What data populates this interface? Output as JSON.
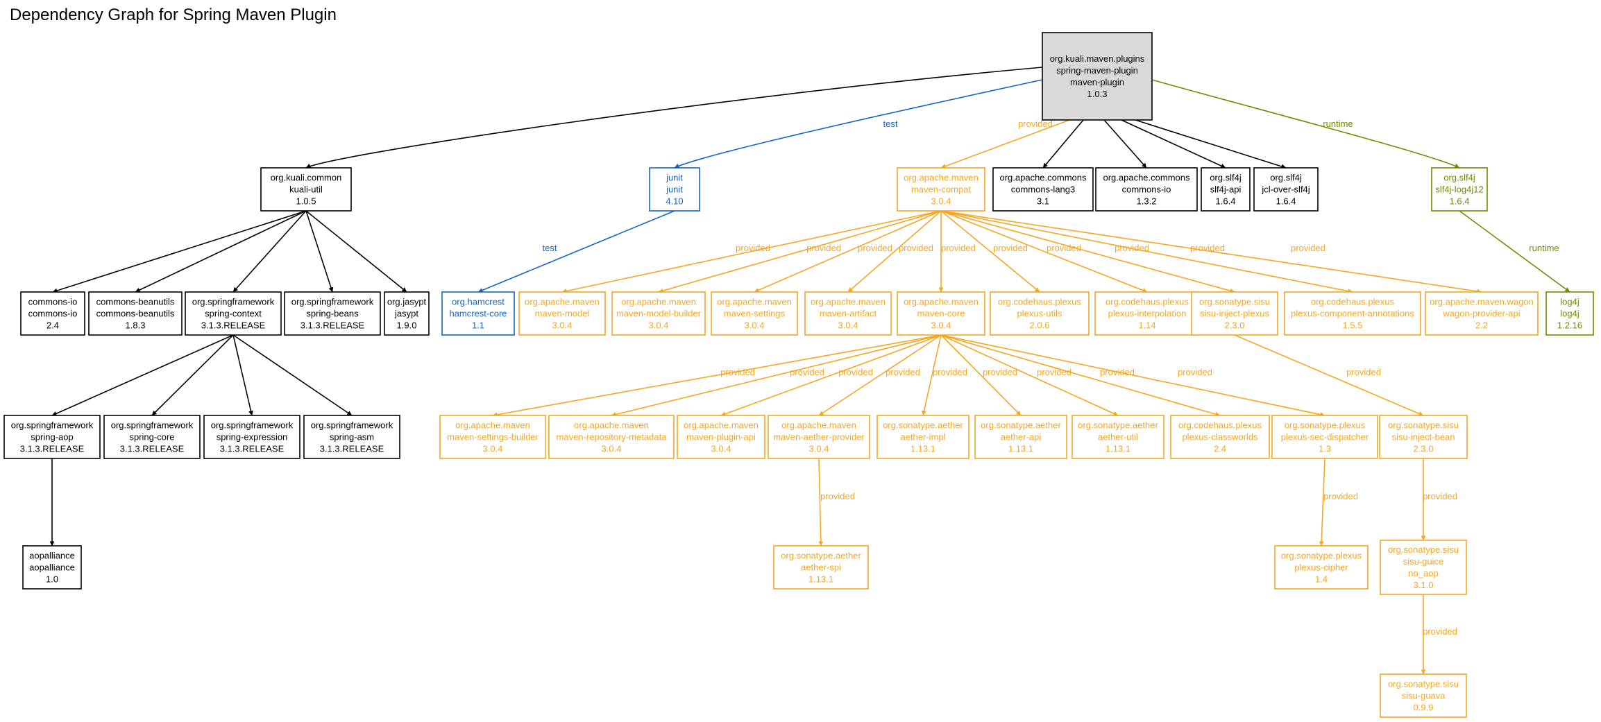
{
  "title": "Dependency Graph for Spring Maven Plugin",
  "colors": {
    "compile": "#000000",
    "test": "#1565c0",
    "provided": "#f5a623",
    "runtime": "#6b8e00",
    "root_fill": "#d9d9d9"
  },
  "nodes": [
    {
      "id": "root",
      "lines": [
        "org.kuali.maven.plugins",
        "spring-maven-plugin",
        "maven-plugin",
        "1.0.3"
      ],
      "scope": "compile",
      "root": true
    },
    {
      "id": "kuali-util",
      "lines": [
        "org.kuali.common",
        "kuali-util",
        "1.0.5"
      ],
      "scope": "compile"
    },
    {
      "id": "junit",
      "lines": [
        "junit",
        "junit",
        "4.10"
      ],
      "scope": "test"
    },
    {
      "id": "maven-compat",
      "lines": [
        "org.apache.maven",
        "maven-compat",
        "3.0.4"
      ],
      "scope": "provided"
    },
    {
      "id": "commons-lang3",
      "lines": [
        "org.apache.commons",
        "commons-lang3",
        "3.1"
      ],
      "scope": "compile"
    },
    {
      "id": "commons-io-apache",
      "lines": [
        "org.apache.commons",
        "commons-io",
        "1.3.2"
      ],
      "scope": "compile"
    },
    {
      "id": "slf4j-api",
      "lines": [
        "org.slf4j",
        "slf4j-api",
        "1.6.4"
      ],
      "scope": "compile"
    },
    {
      "id": "jcl-over-slf4j",
      "lines": [
        "org.slf4j",
        "jcl-over-slf4j",
        "1.6.4"
      ],
      "scope": "compile"
    },
    {
      "id": "slf4j-log4j12",
      "lines": [
        "org.slf4j",
        "slf4j-log4j12",
        "1.6.4"
      ],
      "scope": "runtime"
    },
    {
      "id": "commons-io",
      "lines": [
        "commons-io",
        "commons-io",
        "2.4"
      ],
      "scope": "compile"
    },
    {
      "id": "commons-beanutils",
      "lines": [
        "commons-beanutils",
        "commons-beanutils",
        "1.8.3"
      ],
      "scope": "compile"
    },
    {
      "id": "spring-context",
      "lines": [
        "org.springframework",
        "spring-context",
        "3.1.3.RELEASE"
      ],
      "scope": "compile"
    },
    {
      "id": "spring-beans",
      "lines": [
        "org.springframework",
        "spring-beans",
        "3.1.3.RELEASE"
      ],
      "scope": "compile"
    },
    {
      "id": "jasypt",
      "lines": [
        "org.jasypt",
        "jasypt",
        "1.9.0"
      ],
      "scope": "compile"
    },
    {
      "id": "hamcrest-core",
      "lines": [
        "org.hamcrest",
        "hamcrest-core",
        "1.1"
      ],
      "scope": "test"
    },
    {
      "id": "maven-model",
      "lines": [
        "org.apache.maven",
        "maven-model",
        "3.0.4"
      ],
      "scope": "provided"
    },
    {
      "id": "maven-model-builder",
      "lines": [
        "org.apache.maven",
        "maven-model-builder",
        "3.0.4"
      ],
      "scope": "provided"
    },
    {
      "id": "maven-settings",
      "lines": [
        "org.apache.maven",
        "maven-settings",
        "3.0.4"
      ],
      "scope": "provided"
    },
    {
      "id": "maven-artifact",
      "lines": [
        "org.apache.maven",
        "maven-artifact",
        "3.0.4"
      ],
      "scope": "provided"
    },
    {
      "id": "maven-core",
      "lines": [
        "org.apache.maven",
        "maven-core",
        "3.0.4"
      ],
      "scope": "provided"
    },
    {
      "id": "plexus-utils",
      "lines": [
        "org.codehaus.plexus",
        "plexus-utils",
        "2.0.6"
      ],
      "scope": "provided"
    },
    {
      "id": "plexus-interpolation",
      "lines": [
        "org.codehaus.plexus",
        "plexus-interpolation",
        "1.14"
      ],
      "scope": "provided"
    },
    {
      "id": "sisu-inject-plexus",
      "lines": [
        "org.sonatype.sisu",
        "sisu-inject-plexus",
        "2.3.0"
      ],
      "scope": "provided"
    },
    {
      "id": "plexus-component-annotations",
      "lines": [
        "org.codehaus.plexus",
        "plexus-component-annotations",
        "1.5.5"
      ],
      "scope": "provided"
    },
    {
      "id": "wagon-provider-api",
      "lines": [
        "org.apache.maven.wagon",
        "wagon-provider-api",
        "2.2"
      ],
      "scope": "provided"
    },
    {
      "id": "log4j",
      "lines": [
        "log4j",
        "log4j",
        "1.2.16"
      ],
      "scope": "runtime"
    },
    {
      "id": "spring-aop",
      "lines": [
        "org.springframework",
        "spring-aop",
        "3.1.3.RELEASE"
      ],
      "scope": "compile"
    },
    {
      "id": "spring-core",
      "lines": [
        "org.springframework",
        "spring-core",
        "3.1.3.RELEASE"
      ],
      "scope": "compile"
    },
    {
      "id": "spring-expression",
      "lines": [
        "org.springframework",
        "spring-expression",
        "3.1.3.RELEASE"
      ],
      "scope": "compile"
    },
    {
      "id": "spring-asm",
      "lines": [
        "org.springframework",
        "spring-asm",
        "3.1.3.RELEASE"
      ],
      "scope": "compile"
    },
    {
      "id": "maven-settings-builder",
      "lines": [
        "org.apache.maven",
        "maven-settings-builder",
        "3.0.4"
      ],
      "scope": "provided"
    },
    {
      "id": "maven-repository-metadata",
      "lines": [
        "org.apache.maven",
        "maven-repository-metadata",
        "3.0.4"
      ],
      "scope": "provided"
    },
    {
      "id": "maven-plugin-api",
      "lines": [
        "org.apache.maven",
        "maven-plugin-api",
        "3.0.4"
      ],
      "scope": "provided"
    },
    {
      "id": "maven-aether-provider",
      "lines": [
        "org.apache.maven",
        "maven-aether-provider",
        "3.0.4"
      ],
      "scope": "provided"
    },
    {
      "id": "aether-impl",
      "lines": [
        "org.sonatype.aether",
        "aether-impl",
        "1.13.1"
      ],
      "scope": "provided"
    },
    {
      "id": "aether-api",
      "lines": [
        "org.sonatype.aether",
        "aether-api",
        "1.13.1"
      ],
      "scope": "provided"
    },
    {
      "id": "aether-util",
      "lines": [
        "org.sonatype.aether",
        "aether-util",
        "1.13.1"
      ],
      "scope": "provided"
    },
    {
      "id": "plexus-classworlds",
      "lines": [
        "org.codehaus.plexus",
        "plexus-classworlds",
        "2.4"
      ],
      "scope": "provided"
    },
    {
      "id": "plexus-sec-dispatcher",
      "lines": [
        "org.sonatype.plexus",
        "plexus-sec-dispatcher",
        "1.3"
      ],
      "scope": "provided"
    },
    {
      "id": "sisu-inject-bean",
      "lines": [
        "org.sonatype.sisu",
        "sisu-inject-bean",
        "2.3.0"
      ],
      "scope": "provided"
    },
    {
      "id": "aopalliance",
      "lines": [
        "aopalliance",
        "aopalliance",
        "1.0"
      ],
      "scope": "compile"
    },
    {
      "id": "aether-spi",
      "lines": [
        "org.sonatype.aether",
        "aether-spi",
        "1.13.1"
      ],
      "scope": "provided"
    },
    {
      "id": "plexus-cipher",
      "lines": [
        "org.sonatype.plexus",
        "plexus-cipher",
        "1.4"
      ],
      "scope": "provided"
    },
    {
      "id": "sisu-guice",
      "lines": [
        "org.sonatype.sisu",
        "sisu-guice",
        "no_aop",
        "3.1.0"
      ],
      "scope": "provided"
    },
    {
      "id": "sisu-guava",
      "lines": [
        "org.sonatype.sisu",
        "sisu-guava",
        "0.9.9"
      ],
      "scope": "provided"
    }
  ],
  "edges": [
    {
      "from": "root",
      "to": "kuali-util",
      "scope": "compile",
      "label": ""
    },
    {
      "from": "root",
      "to": "junit",
      "scope": "test",
      "label": "test"
    },
    {
      "from": "root",
      "to": "maven-compat",
      "scope": "provided",
      "label": "provided"
    },
    {
      "from": "root",
      "to": "commons-lang3",
      "scope": "compile",
      "label": ""
    },
    {
      "from": "root",
      "to": "commons-io-apache",
      "scope": "compile",
      "label": ""
    },
    {
      "from": "root",
      "to": "slf4j-api",
      "scope": "compile",
      "label": ""
    },
    {
      "from": "root",
      "to": "jcl-over-slf4j",
      "scope": "compile",
      "label": ""
    },
    {
      "from": "root",
      "to": "slf4j-log4j12",
      "scope": "runtime",
      "label": "runtime"
    },
    {
      "from": "kuali-util",
      "to": "commons-io",
      "scope": "compile",
      "label": ""
    },
    {
      "from": "kuali-util",
      "to": "commons-beanutils",
      "scope": "compile",
      "label": ""
    },
    {
      "from": "kuali-util",
      "to": "spring-context",
      "scope": "compile",
      "label": ""
    },
    {
      "from": "kuali-util",
      "to": "spring-beans",
      "scope": "compile",
      "label": ""
    },
    {
      "from": "kuali-util",
      "to": "jasypt",
      "scope": "compile",
      "label": ""
    },
    {
      "from": "junit",
      "to": "hamcrest-core",
      "scope": "test",
      "label": "test"
    },
    {
      "from": "maven-compat",
      "to": "maven-model",
      "scope": "provided",
      "label": "provided"
    },
    {
      "from": "maven-compat",
      "to": "maven-model-builder",
      "scope": "provided",
      "label": "provided"
    },
    {
      "from": "maven-compat",
      "to": "maven-settings",
      "scope": "provided",
      "label": "provided"
    },
    {
      "from": "maven-compat",
      "to": "maven-artifact",
      "scope": "provided",
      "label": "provided"
    },
    {
      "from": "maven-compat",
      "to": "maven-core",
      "scope": "provided",
      "label": "provided"
    },
    {
      "from": "maven-compat",
      "to": "plexus-utils",
      "scope": "provided",
      "label": "provided"
    },
    {
      "from": "maven-compat",
      "to": "plexus-interpolation",
      "scope": "provided",
      "label": "provided"
    },
    {
      "from": "maven-compat",
      "to": "sisu-inject-plexus",
      "scope": "provided",
      "label": "provided"
    },
    {
      "from": "maven-compat",
      "to": "plexus-component-annotations",
      "scope": "provided",
      "label": "provided"
    },
    {
      "from": "maven-compat",
      "to": "wagon-provider-api",
      "scope": "provided",
      "label": "provided"
    },
    {
      "from": "slf4j-log4j12",
      "to": "log4j",
      "scope": "runtime",
      "label": "runtime"
    },
    {
      "from": "spring-context",
      "to": "spring-aop",
      "scope": "compile",
      "label": ""
    },
    {
      "from": "spring-context",
      "to": "spring-core",
      "scope": "compile",
      "label": ""
    },
    {
      "from": "spring-context",
      "to": "spring-expression",
      "scope": "compile",
      "label": ""
    },
    {
      "from": "spring-context",
      "to": "spring-asm",
      "scope": "compile",
      "label": ""
    },
    {
      "from": "maven-core",
      "to": "maven-settings-builder",
      "scope": "provided",
      "label": "provided"
    },
    {
      "from": "maven-core",
      "to": "maven-repository-metadata",
      "scope": "provided",
      "label": "provided"
    },
    {
      "from": "maven-core",
      "to": "maven-plugin-api",
      "scope": "provided",
      "label": "provided"
    },
    {
      "from": "maven-core",
      "to": "maven-aether-provider",
      "scope": "provided",
      "label": "provided"
    },
    {
      "from": "maven-core",
      "to": "aether-impl",
      "scope": "provided",
      "label": "provided"
    },
    {
      "from": "maven-core",
      "to": "aether-api",
      "scope": "provided",
      "label": "provided"
    },
    {
      "from": "maven-core",
      "to": "aether-util",
      "scope": "provided",
      "label": "provided"
    },
    {
      "from": "maven-core",
      "to": "plexus-classworlds",
      "scope": "provided",
      "label": "provided"
    },
    {
      "from": "maven-core",
      "to": "plexus-sec-dispatcher",
      "scope": "provided",
      "label": "provided"
    },
    {
      "from": "sisu-inject-plexus",
      "to": "sisu-inject-bean",
      "scope": "provided",
      "label": "provided"
    },
    {
      "from": "spring-aop",
      "to": "aopalliance",
      "scope": "compile",
      "label": ""
    },
    {
      "from": "maven-aether-provider",
      "to": "aether-spi",
      "scope": "provided",
      "label": "provided"
    },
    {
      "from": "plexus-sec-dispatcher",
      "to": "plexus-cipher",
      "scope": "provided",
      "label": "provided"
    },
    {
      "from": "sisu-inject-bean",
      "to": "sisu-guice",
      "scope": "provided",
      "label": "provided"
    },
    {
      "from": "sisu-guice",
      "to": "sisu-guava",
      "scope": "provided",
      "label": "provided"
    }
  ]
}
